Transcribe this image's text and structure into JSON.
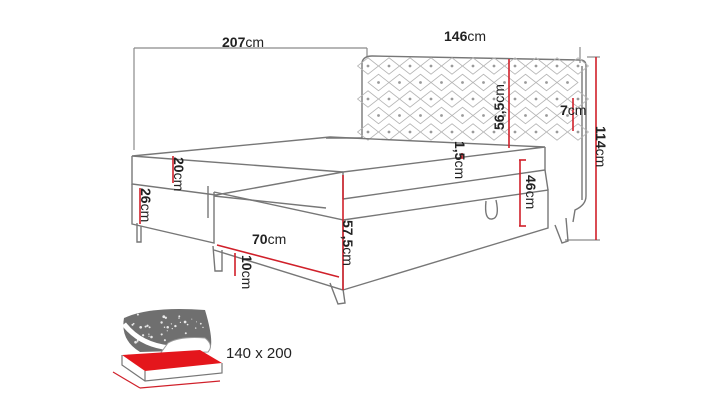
{
  "colors": {
    "dimension_line": "#d0202a",
    "outline": "#8a8a8a",
    "mattress_highlight": "#e4161c",
    "pattern_bg": "#6f6f6f"
  },
  "dimensions": {
    "length": {
      "value": "207",
      "unit": "cm"
    },
    "width": {
      "value": "146",
      "unit": "cm"
    },
    "headboard_height": {
      "value": "56,5",
      "unit": "cm"
    },
    "headboard_thickness": {
      "value": "7",
      "unit": "cm"
    },
    "total_height": {
      "value": "114",
      "unit": "cm"
    },
    "topper": {
      "value": "20",
      "unit": "cm"
    },
    "mattress": {
      "value": "26",
      "unit": "cm"
    },
    "topper_thickness": {
      "value": "1,5",
      "unit": "cm"
    },
    "side_height": {
      "value": "46",
      "unit": "cm"
    },
    "storage_depth": {
      "value": "70",
      "unit": "cm"
    },
    "base_height": {
      "value": "57,5",
      "unit": "cm"
    },
    "leg_height": {
      "value": "10",
      "unit": "cm"
    }
  },
  "sleeping_area": {
    "label": "140 x 200"
  },
  "icons": [
    "bed-diagram-icon",
    "mattress-size-icon"
  ]
}
